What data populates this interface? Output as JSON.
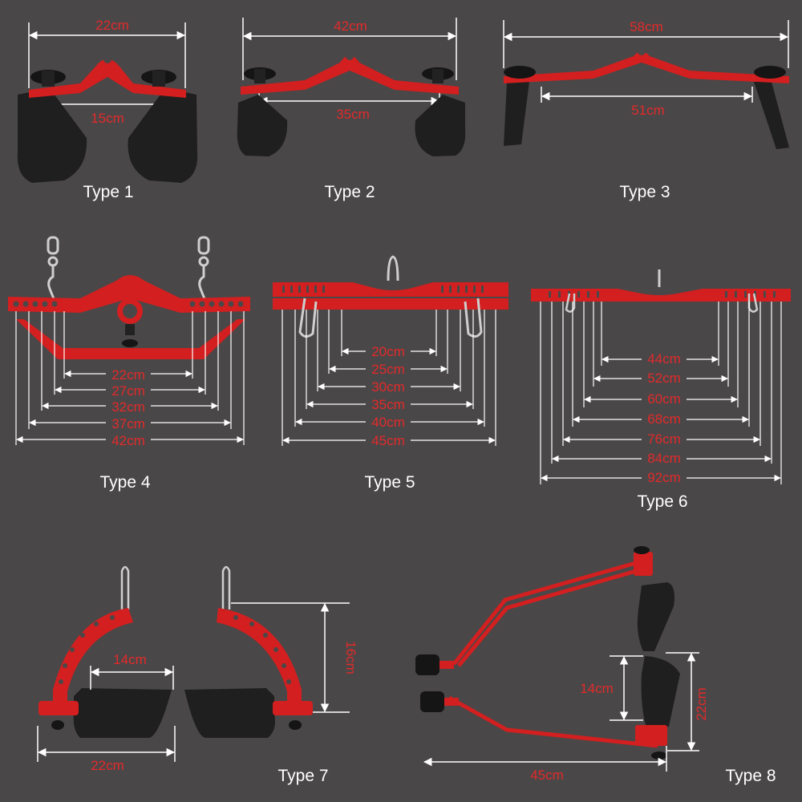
{
  "colors": {
    "background": "#4a4748",
    "accent": "#e32a2a",
    "dimension_line": "#ffffff",
    "pad": "#1f1f1f"
  },
  "types": [
    {
      "label": "Type 1",
      "dims": [
        "22cm",
        "15cm"
      ]
    },
    {
      "label": "Type 2",
      "dims": [
        "42cm",
        "35cm"
      ]
    },
    {
      "label": "Type 3",
      "dims": [
        "58cm",
        "51cm"
      ]
    },
    {
      "label": "Type 4",
      "dims": [
        "22cm",
        "27cm",
        "32cm",
        "37cm",
        "42cm"
      ]
    },
    {
      "label": "Type 5",
      "dims": [
        "20cm",
        "25cm",
        "30cm",
        "35cm",
        "40cm",
        "45cm"
      ]
    },
    {
      "label": "Type 6",
      "dims": [
        "44cm",
        "52cm",
        "60cm",
        "68cm",
        "76cm",
        "84cm",
        "92cm"
      ]
    },
    {
      "label": "Type 7",
      "dims": [
        "14cm",
        "16cm",
        "22cm"
      ]
    },
    {
      "label": "Type 8",
      "dims": [
        "14cm",
        "22cm",
        "45cm"
      ]
    }
  ]
}
